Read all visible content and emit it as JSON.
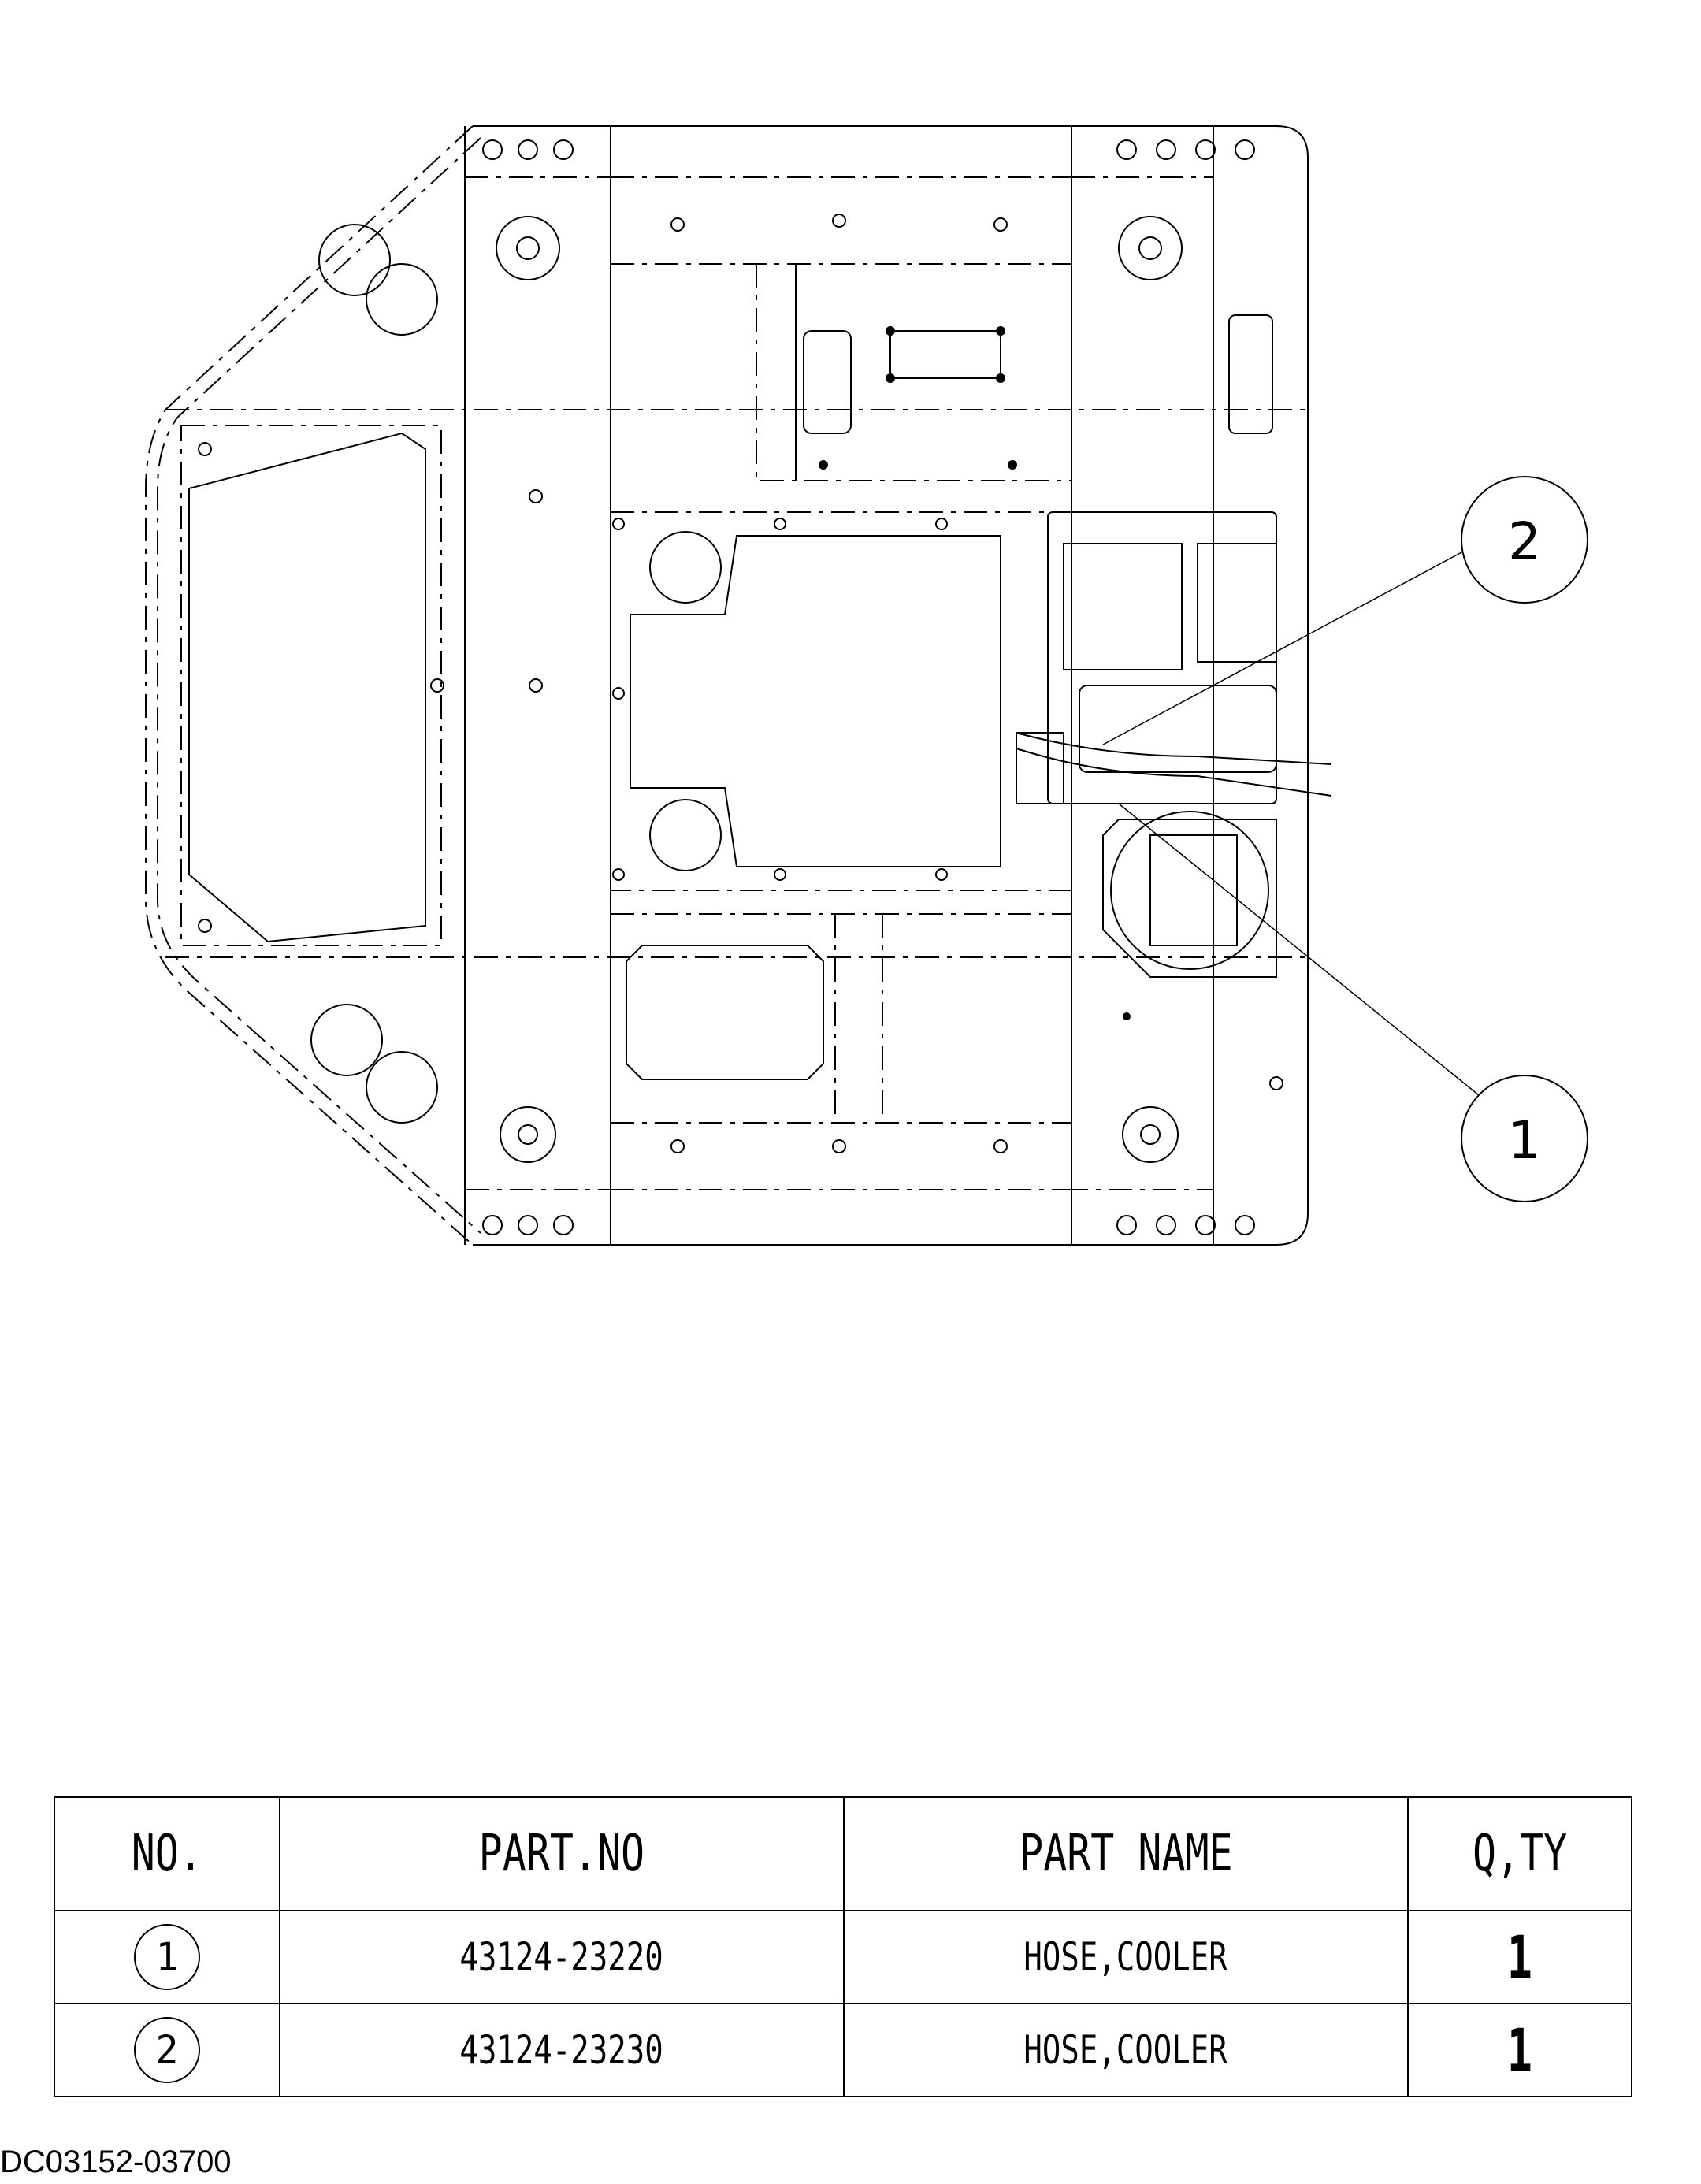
{
  "callouts": [
    {
      "id": "callout-1",
      "label": "1"
    },
    {
      "id": "callout-2",
      "label": "2"
    }
  ],
  "table": {
    "headers": {
      "no": "NO.",
      "part_no": "PART.NO",
      "part_name": "PART NAME",
      "qty": "Q,TY"
    },
    "rows": [
      {
        "no": "1",
        "part_no": "43124-23220",
        "part_name": "HOSE,COOLER",
        "qty": "1"
      },
      {
        "no": "2",
        "part_no": "43124-23230",
        "part_name": "HOSE,COOLER",
        "qty": "1"
      }
    ]
  },
  "doc_code": "DC03152-03700"
}
